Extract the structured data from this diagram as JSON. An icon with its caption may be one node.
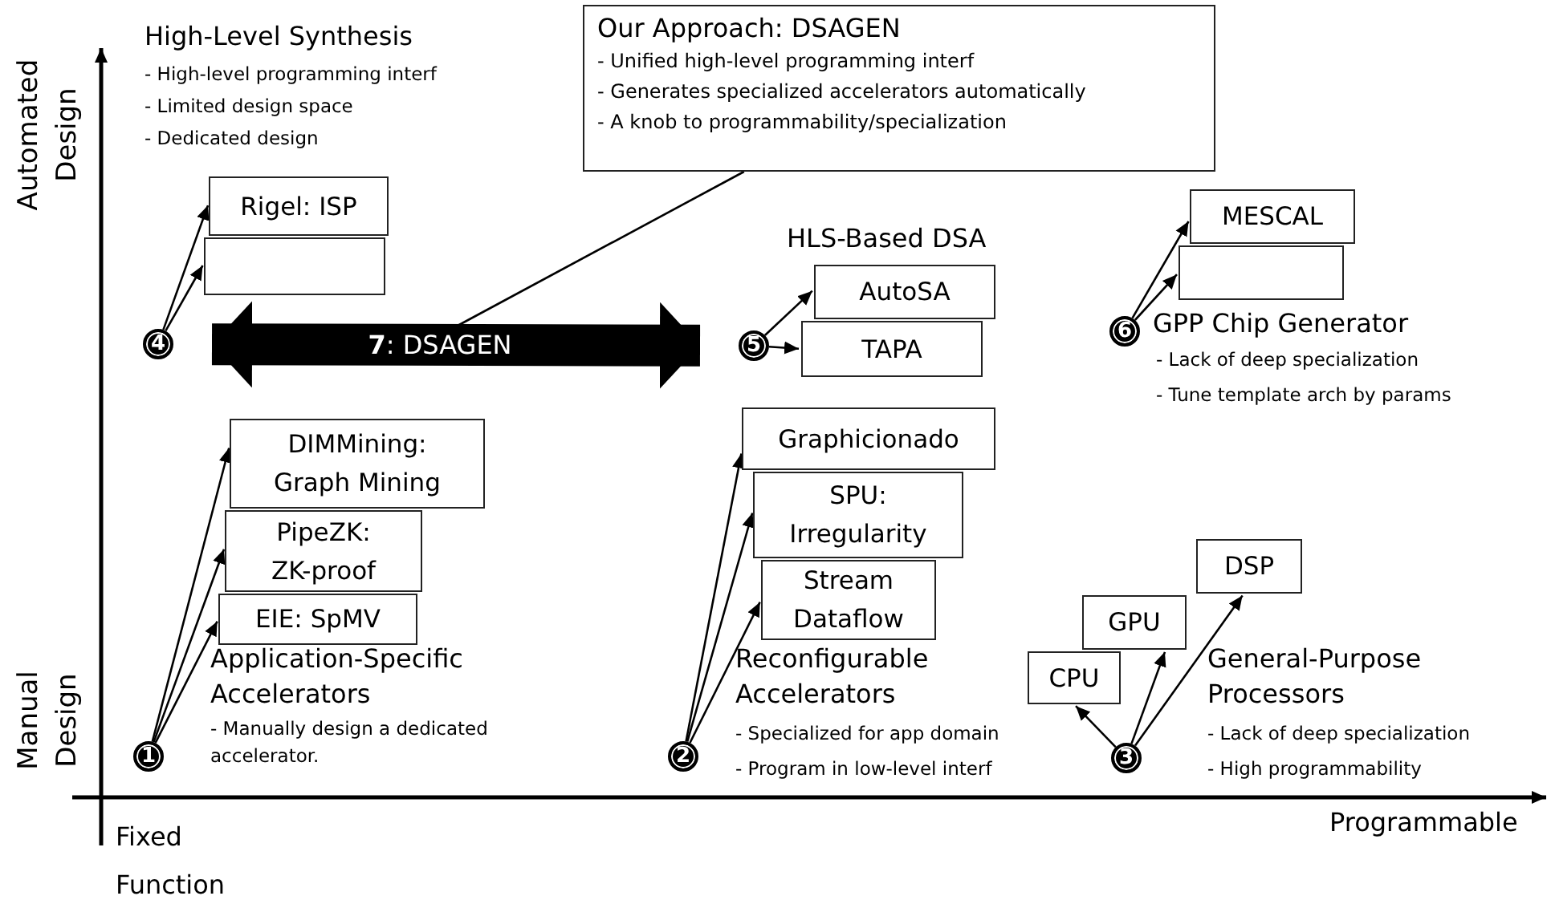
{
  "diagram": {
    "nodes": [
      {
        "text": [
          "Our Approach: DSAGEN",
          "- Unified high-level programming interf",
          "- Generates specialized accelerators automatically",
          "- A knob to programmability/specialization"
        ]
      },
      {
        "text": [
          "Rigel: ISP"
        ]
      },
      {
        "text": [],
        "shape": "box"
      },
      {
        "text": [
          "4"
        ]
      },
      {
        "text": [
          "5"
        ]
      },
      {
        "text": [
          "AutoSA"
        ]
      },
      {
        "text": [
          "TAPA"
        ]
      },
      {
        "text": [
          "MESCAL"
        ]
      },
      {
        "text": [],
        "shape": "box"
      },
      {
        "text": [
          "6"
        ]
      },
      {
        "text": [
          "DIMMining: Graph Mining"
        ]
      },
      {
        "text": [
          "PipeZK: ZK-proof"
        ]
      },
      {
        "text": [
          "EIE: SpMV"
        ]
      },
      {
        "text": [
          "1"
        ]
      },
      {
        "text": [
          "Graphicionado"
        ]
      },
      {
        "text": [
          "SPU: Irregularity"
        ]
      },
      {
        "text": [
          "Stream Dataflow"
        ]
      },
      {
        "text": [
          "2"
        ]
      },
      {
        "text": [
          "DSP"
        ]
      },
      {
        "text": [
          "GPU"
        ]
      },
      {
        "text": [
          "CPU"
        ]
      },
      {
        "text": [
          "3"
        ]
      }
    ],
    "edges": [
      {
        "from": 3,
        "to": 1,
        "arrow": "to"
      },
      {
        "from": 3,
        "to": 2,
        "arrow": "to"
      },
      {
        "from": 3,
        "to": 4,
        "arrow": "both",
        "label": "**7**: DSAGEN",
        "style": "thick"
      },
      {
        "from": 0,
        "to": null,
        "arrow": "none"
      },
      {
        "from": 4,
        "to": 5,
        "arrow": "to"
      },
      {
        "from": 4,
        "to": 6,
        "arrow": "to"
      },
      {
        "from": 9,
        "to": 7,
        "arrow": "to"
      },
      {
        "from": 9,
        "to": 8,
        "arrow": "to"
      },
      {
        "from": 13,
        "to": 10,
        "arrow": "to"
      },
      {
        "from": 13,
        "to": 11,
        "arrow": "to"
      },
      {
        "from": 13,
        "to": 12,
        "arrow": "to"
      },
      {
        "from": 17,
        "to": 14,
        "arrow": "to"
      },
      {
        "from": 17,
        "to": 15,
        "arrow": "to"
      },
      {
        "from": 17,
        "to": 16,
        "arrow": "to"
      },
      {
        "from": 21,
        "to": 20,
        "arrow": "to"
      },
      {
        "from": 21,
        "to": 19,
        "arrow": "to"
      },
      {
        "from": 21,
        "to": 18,
        "arrow": "to"
      }
    ],
    "labels": [
      "Automated Design",
      "High-Level Synthesis",
      "- High-level programming interf",
      "- Limited design space",
      "- Dedicated design",
      "HLS-Based DSA",
      "GPP Chip Generator",
      "- Lack of deep specialization",
      "- Tune template arch by params",
      "Application-Specific Accelerators",
      "Reconfigurable Accelerators",
      "General-Purpose Processors",
      "Manual Design",
      "- Manually design a dedicated accelerator.",
      "- Specialized for app domain",
      "- Program in low-level interf",
      "- Lack of deep specialization",
      "- High programmability",
      "Fixed Function",
      "Programmable"
    ]
  }
}
